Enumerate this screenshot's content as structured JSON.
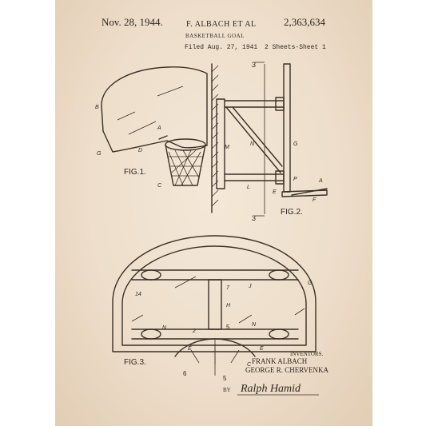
{
  "header": {
    "date": "Nov. 28, 1944.",
    "inventor": "F. ALBACH ET AL",
    "patent_number": "2,363,634",
    "title": "BASKETBALL GOAL",
    "filed": "Filed Aug. 27, 1941",
    "sheets": "2 Sheets-Sheet 1"
  },
  "figures": {
    "fig1": "FIG.1.",
    "fig2": "FIG.2.",
    "fig3": "FIG.3."
  },
  "section_marks": {
    "top": "3",
    "bottom": "3",
    "five_top": "5",
    "five_bottom": "5"
  },
  "ref_labels": {
    "g1": "G",
    "b1": "B",
    "a1": "A",
    "d1": "D",
    "c1": "C",
    "m1": "M",
    "g2": "G",
    "n1": "N",
    "l1": "L",
    "e1": "E",
    "p1": "P",
    "a2": "A",
    "f1": "F",
    "j1": "J",
    "h1": "H",
    "g3": "G",
    "n2": "N",
    "n3": "N",
    "e2": "E",
    "e3": "E",
    "c2": "C",
    "seven": "7",
    "six": "6",
    "fourteen": "14",
    "two": "2"
  },
  "inventors": {
    "label": "INVENTORS.",
    "name1": "FRANK ALBACH",
    "name2": "GEORGE R. CHERVENKA",
    "by": "BY",
    "signature": "Ralph Hamid"
  }
}
